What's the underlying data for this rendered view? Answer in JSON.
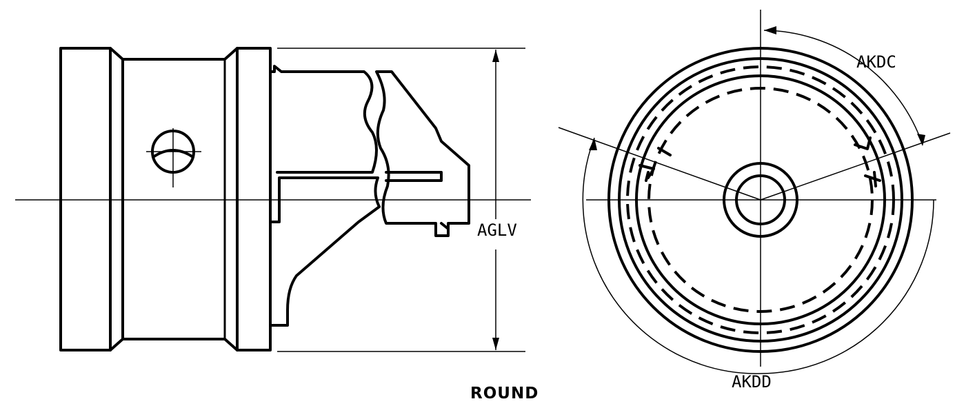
{
  "labels": {
    "dim_left": "AGLV",
    "dim_top_right": "AKDC",
    "dim_bottom_right": "AKDD",
    "caption": "ROUND"
  }
}
